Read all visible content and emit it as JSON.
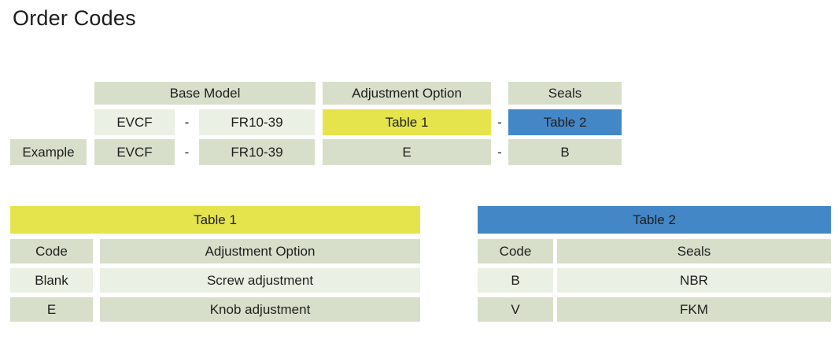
{
  "page": {
    "title": "Order Codes"
  },
  "colors": {
    "table1_header": "#e5e44c",
    "table2_header": "#4487c7",
    "row_dark": "#d7dfca",
    "row_light": "#eaf0e3",
    "text": "#1e1e1e"
  },
  "order_code": {
    "example_label": "Example",
    "group_headers": {
      "base_model": "Base Model",
      "adjustment_option": "Adjustment Option",
      "seals": "Seals"
    },
    "pattern_row": {
      "base_prefix": "EVCF",
      "dash1": "-",
      "base_series": "FR10-39",
      "adjustment": "Table 1",
      "dash2": "-",
      "seals": "Table 2"
    },
    "example_row": {
      "base_prefix": "EVCF",
      "dash1": "-",
      "base_series": "FR10-39",
      "adjustment": "E",
      "dash2": "-",
      "seals": "B"
    }
  },
  "table1": {
    "title": "Table 1",
    "headers": [
      "Code",
      "Adjustment Option"
    ],
    "rows": [
      {
        "code": "Blank",
        "value": "Screw adjustment"
      },
      {
        "code": "E",
        "value": "Knob adjustment"
      }
    ]
  },
  "table2": {
    "title": "Table 2",
    "headers": [
      "Code",
      "Seals"
    ],
    "rows": [
      {
        "code": "B",
        "value": "NBR"
      },
      {
        "code": "V",
        "value": "FKM"
      }
    ]
  }
}
